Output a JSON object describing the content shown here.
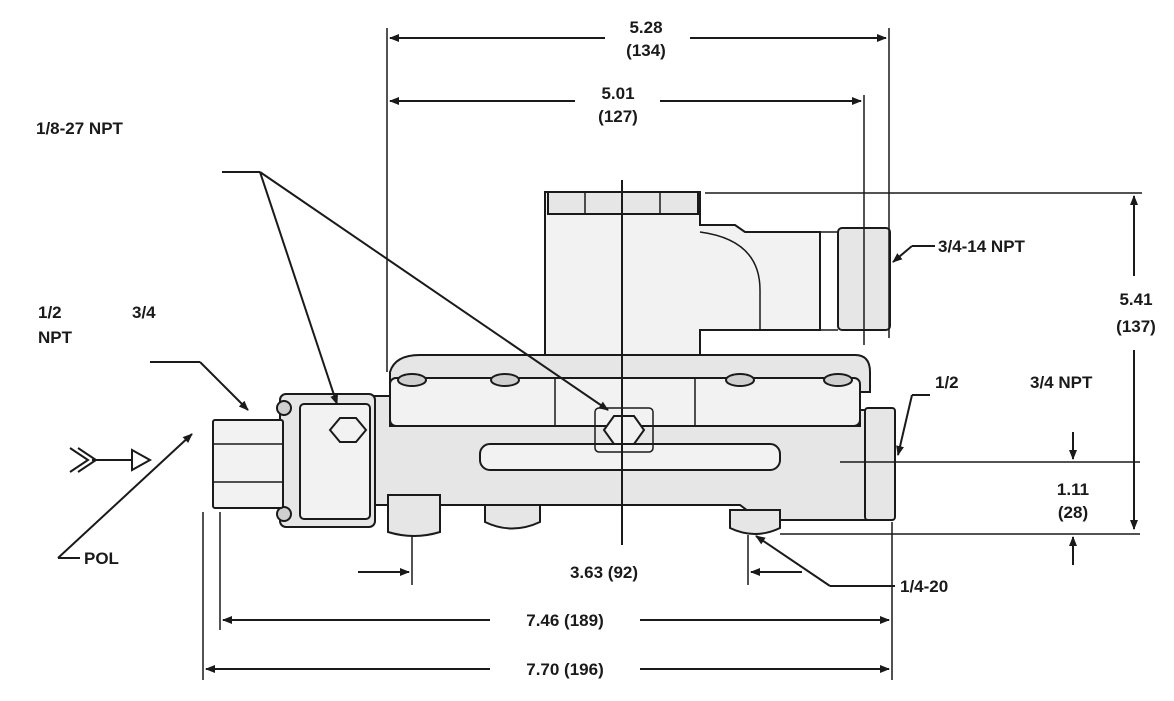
{
  "labels": {
    "dim_top_outer": {
      "inch": "5.28",
      "mm": "(134)"
    },
    "dim_top_inner": {
      "inch": "5.01",
      "mm": "(127)"
    },
    "vent_tap": "1/8-27 NPT",
    "outlet_top": "3/4-14 NPT",
    "dim_height": {
      "inch": "5.41",
      "mm": "(137)"
    },
    "inlet_half": "1/2",
    "inlet_npt": "NPT",
    "inlet_three_quarter": "3/4",
    "outlet_half": "1/2",
    "outlet_three_quarter_npt": "3/4 NPT",
    "dim_offset": {
      "inch": "1.11",
      "mm": "(28)"
    },
    "pol": "POL",
    "dim_mount": "3.63 (92)",
    "mount_thread": "1/4-20",
    "dim_overall_inner": "7.46 (189)",
    "dim_overall_outer": "7.70 (196)"
  }
}
